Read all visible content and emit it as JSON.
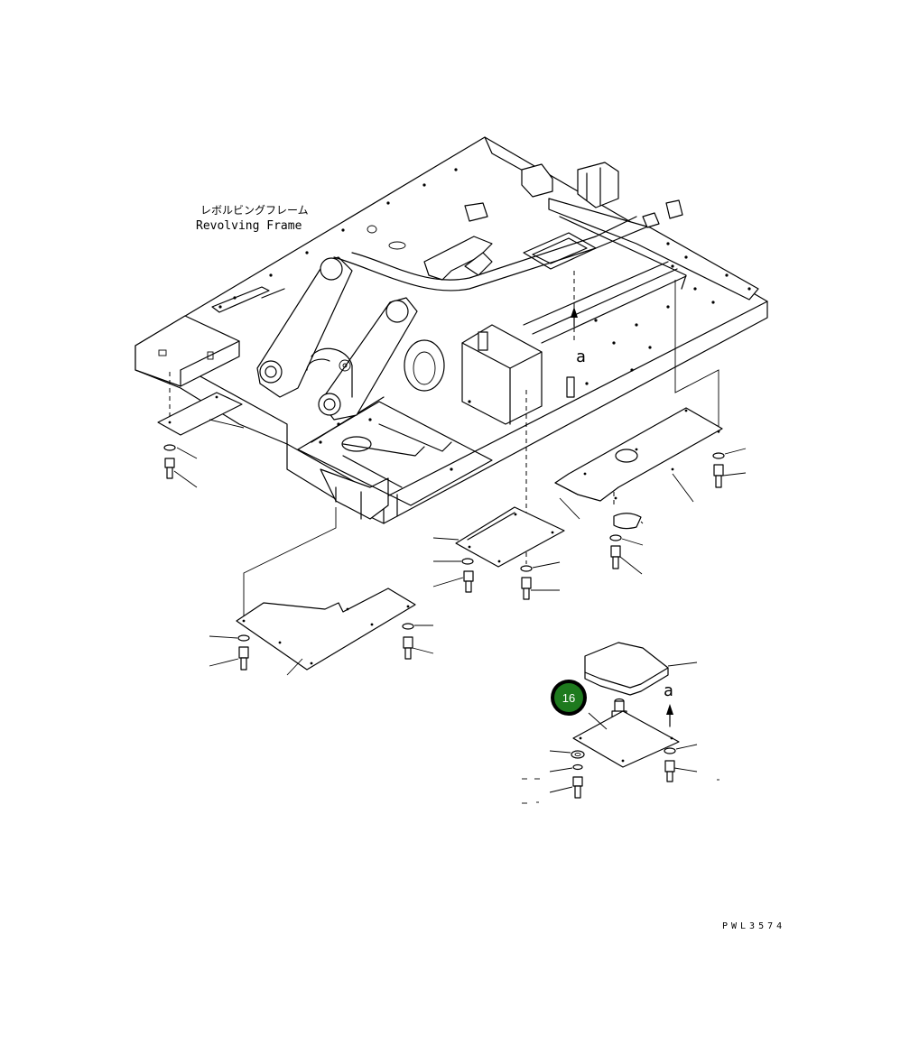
{
  "frame_label": {
    "japanese": "レボルビングフレーム",
    "english": "Revolving Frame"
  },
  "drawing_code": "PWL3574",
  "view_marks": {
    "upper": "a",
    "lower": "a"
  },
  "callout": {
    "number": "16",
    "fill_color": "#1e7a1e",
    "ring_color": "#000000"
  }
}
